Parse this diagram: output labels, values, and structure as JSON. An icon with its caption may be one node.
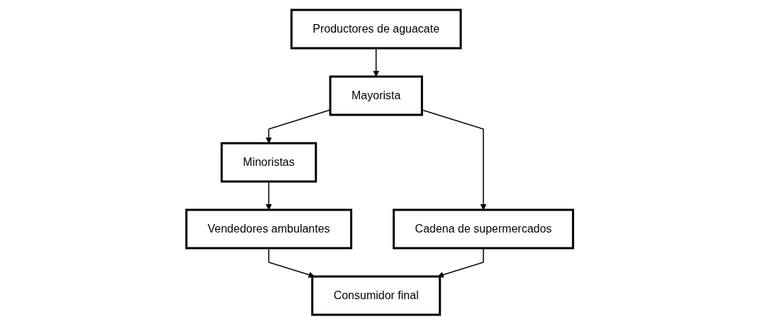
{
  "diagram": {
    "nodes": [
      {
        "text": [
          "Productores de aguacate"
        ]
      },
      {
        "text": [
          "Mayorista"
        ]
      },
      {
        "text": [
          "Minoristas"
        ]
      },
      {
        "text": [
          "Vendedores ambulantes"
        ]
      },
      {
        "text": [
          "Cadena de supermercados"
        ]
      },
      {
        "text": [
          "Consumidor final"
        ]
      }
    ],
    "edges": [
      {
        "from": 0,
        "to": 1,
        "arrow": "to"
      },
      {
        "from": 1,
        "to": 2,
        "arrow": "to"
      },
      {
        "from": 1,
        "to": 4,
        "arrow": "to"
      },
      {
        "from": 2,
        "to": 3,
        "arrow": "to"
      },
      {
        "from": 3,
        "to": 5,
        "arrow": "to"
      },
      {
        "from": 4,
        "to": 5,
        "arrow": "to"
      }
    ]
  }
}
